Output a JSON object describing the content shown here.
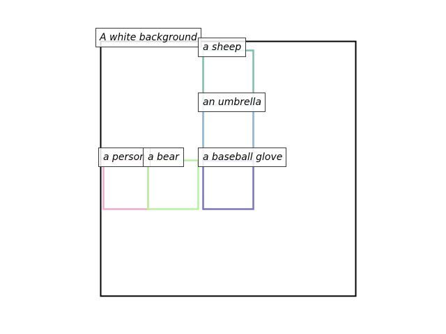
{
  "scene": {
    "caption": "A white background",
    "border_color": "#000000"
  },
  "objects": [
    {
      "id": "sheep",
      "label": "a sheep",
      "color": "#7fbfa8"
    },
    {
      "id": "umbrella",
      "label": "an umbrella",
      "color": "#98b7d2"
    },
    {
      "id": "person",
      "label": "a person",
      "color": "#eeaacb"
    },
    {
      "id": "bear",
      "label": "a bear",
      "color": "#b8f0a0"
    },
    {
      "id": "baseball-glove",
      "label": "a baseball glove",
      "color": "#7777bb"
    }
  ]
}
